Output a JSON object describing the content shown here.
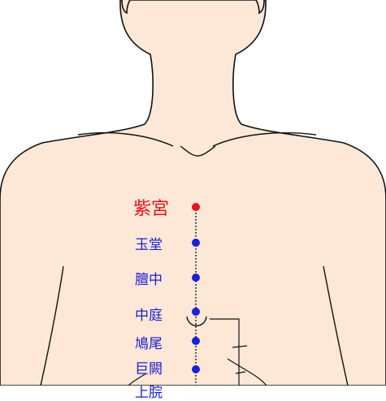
{
  "colors": {
    "skin": "#fde7d6",
    "outline": "#111111",
    "active": "#e8141a",
    "normal": "#1a20d6"
  },
  "points": [
    {
      "id": "zigong",
      "label": "紫宮",
      "active": true
    },
    {
      "id": "yutang",
      "label": "玉堂",
      "active": false
    },
    {
      "id": "danzhong",
      "label": "膻中",
      "active": false
    },
    {
      "id": "zhongting",
      "label": "中庭",
      "active": false
    },
    {
      "id": "jiuwei",
      "label": "鳩尾",
      "active": false
    },
    {
      "id": "juque",
      "label": "巨闕",
      "active": false
    },
    {
      "id": "shangwan",
      "label": "上脘",
      "active": false
    }
  ]
}
